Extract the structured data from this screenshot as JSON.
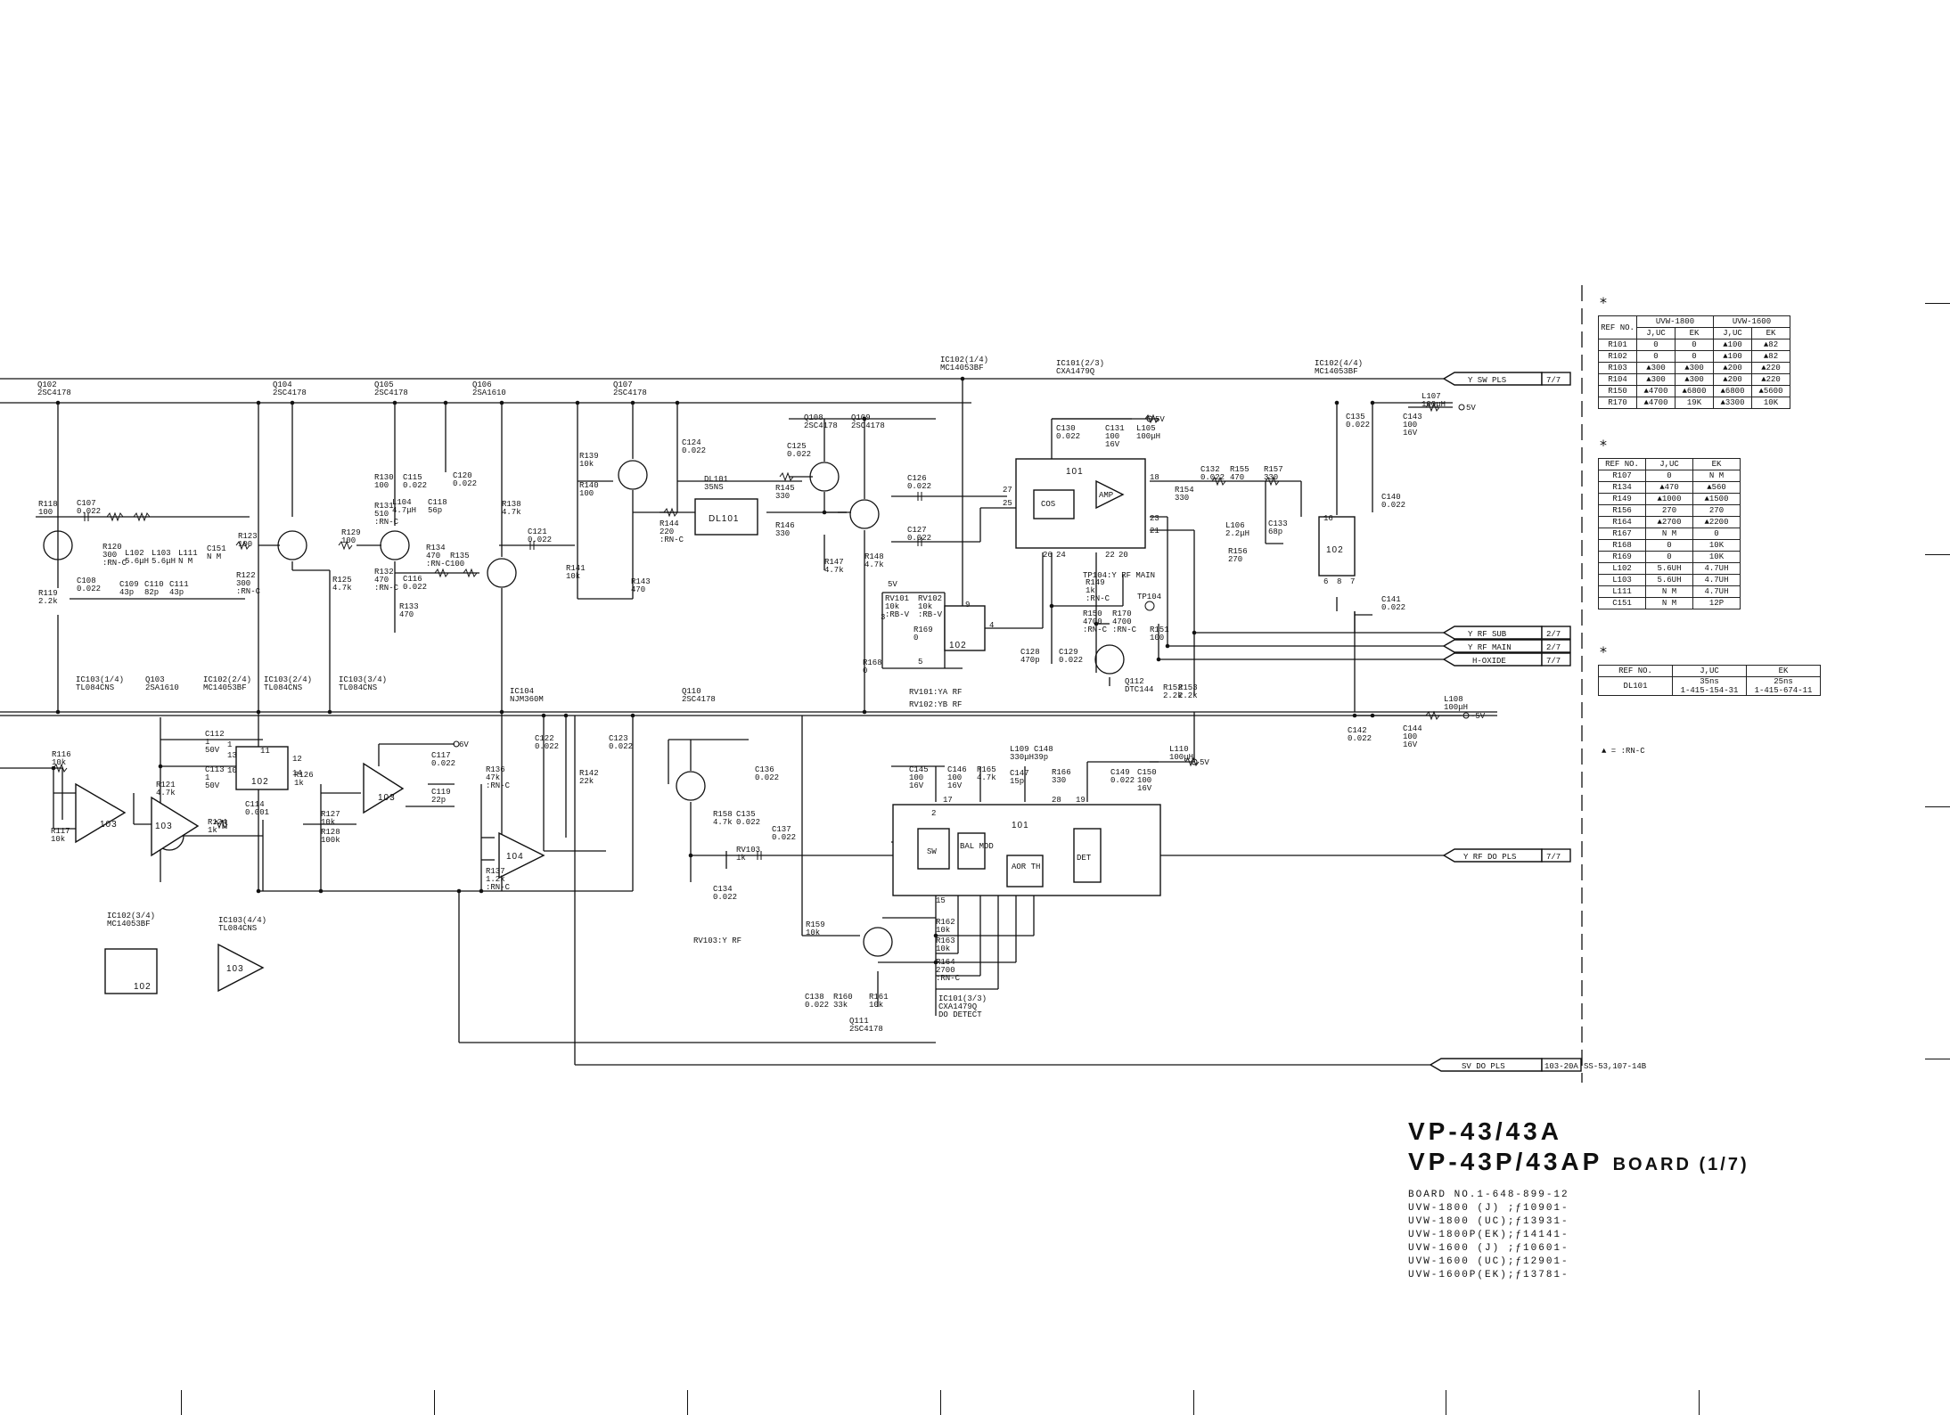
{
  "tables": [
    {
      "header_groups": [
        {
          "label": "REF NO.",
          "span": 1,
          "rowspan": 2
        },
        {
          "label": "UVW-1800",
          "span": 2
        },
        {
          "label": "UVW-1600",
          "span": 2
        }
      ],
      "subheaders": [
        "J,UC",
        "EK",
        "J,UC",
        "EK"
      ],
      "rows": [
        [
          "R101",
          "0",
          "0",
          "▲100",
          "▲82"
        ],
        [
          "R102",
          "0",
          "0",
          "▲100",
          "▲82"
        ],
        [
          "R103",
          "▲300",
          "▲300",
          "▲200",
          "▲220"
        ],
        [
          "R104",
          "▲300",
          "▲300",
          "▲200",
          "▲220"
        ],
        [
          "R150",
          "▲4700",
          "▲6800",
          "▲6800",
          "▲5600"
        ],
        [
          "R170",
          "▲4700",
          "19K",
          "▲3300",
          "10K"
        ]
      ]
    },
    {
      "header": [
        "REF NO.",
        "J,UC",
        "EK"
      ],
      "rows": [
        [
          "R107",
          "0",
          "N M"
        ],
        [
          "R134",
          "▲470",
          "▲560"
        ],
        [
          "R149",
          "▲1000",
          "▲1500"
        ],
        [
          "R156",
          "270",
          "270"
        ],
        [
          "R164",
          "▲2700",
          "▲2200"
        ],
        [
          "R167",
          "N M",
          "0"
        ],
        [
          "R168",
          "0",
          "10K"
        ],
        [
          "R169",
          "0",
          "10K"
        ],
        [
          "L102",
          "5.6UH",
          "4.7UH"
        ],
        [
          "L103",
          "5.6UH",
          "4.7UH"
        ],
        [
          "L111",
          "N M",
          "4.7UH"
        ],
        [
          "C151",
          "N M",
          "12P"
        ]
      ]
    },
    {
      "header": [
        "REF NO.",
        "J,UC",
        "EK"
      ],
      "rows": [
        [
          "DL101",
          "35ns|1-415-154-31",
          "25ns|1-415-674-11"
        ]
      ]
    }
  ],
  "star_symbol": "*",
  "legend": "▲ = :RN-C",
  "title": {
    "line1": "VP-43/43A",
    "line2": "VP-43P/43AP",
    "line2_suffix": "BOARD (1/7)",
    "lines": [
      "BOARD NO.1-648-899-12",
      "UVW-1800 (J) ;ƒ10901-",
      "UVW-1800 (UC);ƒ13931-",
      "UVW-1800P(EK);ƒ14141-",
      "UVW-1600 (J) ;ƒ10601-",
      "UVW-1600 (UC);ƒ12901-",
      "UVW-1600P(EK);ƒ13781-"
    ]
  },
  "connectors": [
    {
      "label": "Y SW PLS",
      "page": "7/7"
    },
    {
      "label": "Y RF SUB",
      "page": "2/7"
    },
    {
      "label": "Y RF MAIN",
      "page": "2/7"
    },
    {
      "label": "H-OXIDE",
      "page": "7/7"
    },
    {
      "label": "Y RF DO PLS",
      "page": "7/7"
    },
    {
      "label": "SV DO PLS",
      "page": "103-20A"
    }
  ],
  "xref_note": "SS-53,107-14B",
  "supplies": [
    "5V",
    "5V",
    "-5V",
    "5V",
    "6V",
    "5V",
    "-5V"
  ],
  "ic_labels": [
    "IC102(1/4)|MC14053BF",
    "IC101(2/3)|CXA1479Q",
    "IC102(4/4)|MC14053BF",
    "IC103(1/4)|TL084CNS",
    "IC102(2/4)|MC14053BF",
    "IC103(2/4)|TL084CNS",
    "IC103(3/4)|TL084CNS",
    "IC104|NJM360M",
    "IC102(3/4)|MC14053BF",
    "IC103(4/4)|TL084CNS",
    "IC101(3/3)|CXA1479Q|DO DETECT"
  ],
  "transistors": [
    "Q102|2SC4178",
    "Q104|2SC4178",
    "Q105|2SC4178",
    "Q106|2SA1610",
    "Q107|2SC4178",
    "Q108|2SC4178",
    "Q109|2SC4178",
    "Q103|2SA1610",
    "Q110|2SC4178",
    "Q111|2SC4178",
    "Q112|DTC144"
  ],
  "ic_blocks": [
    "101",
    "102",
    "103",
    "104",
    "DL101"
  ],
  "ic101_inner": [
    "COS",
    "AMP",
    "SW",
    "BAL MOD",
    "AOR TH",
    "DET"
  ],
  "test_points": [
    "TP104:Y RF MAIN",
    "TP104"
  ],
  "adjustments": [
    "RV101:YA RF",
    "RV102:YB RF",
    "RV103:Y RF"
  ],
  "components": [
    "R118|100",
    "C107|0.022",
    "R119|2.2k",
    "C108|0.022",
    "R120|300|:RN-C",
    "L102|5.6μH",
    "L103|5.6μH",
    "L111|N M",
    "C109|43p",
    "C110|82p",
    "C111|43p",
    "C151|N M",
    "R122|300|:RN-C",
    "R123|100",
    "R130|100",
    "C115|0.022",
    "C120|0.022",
    "R131|510|:RN-C",
    "L104|4.7μH",
    "C118|56p",
    "R129|100",
    "R134|470|:RN-C",
    "R135|100",
    "R132|470|:RN-C",
    "C116|0.022",
    "R133|470",
    "R125|4.7k",
    "R138|4.7k",
    "C121|0.022",
    "R139|10k",
    "R140|100",
    "R141|10k",
    "R143|470",
    "C124|0.022",
    "DL101|35NS",
    "R144|220|:RN-C",
    "R145|330",
    "R146|330",
    "C125|0.022",
    "C126|0.022",
    "C127|0.022",
    "R147|4.7k",
    "R148|4.7k",
    "C130|0.022",
    "C131|100|16V",
    "L105|100μH",
    "R154|330",
    "C132|0.022",
    "R155|470",
    "R157|330",
    "L106|2.2μH",
    "C133|68p",
    "R156|270",
    "C135|0.022",
    "C143|100|16V",
    "L107|100μH",
    "C140|0.022",
    "C141|0.022",
    "RV101|10k|:RB-V",
    "RV102|10k|:RB-V",
    "R168|0",
    "R169|0",
    "C128|470p",
    "C129|0.022",
    "R149|1k|:RN-C",
    "R150|4700|:RN-C",
    "R170|4700|:RN-C",
    "R151|100",
    "R152|2.2k",
    "R153|2.2k",
    "L108|100μH",
    "C142|0.022",
    "C144|100|16V",
    "R116|10k",
    "R117|10k",
    "C112|1|50V",
    "C113|1|50V",
    "R121|4.7k",
    "R126|1k",
    "C114|0.001",
    "R124|1k",
    "R127|10k",
    "R128|100k",
    "C117|0.022",
    "C119|22p",
    "R136|47k|:RN-C",
    "R137|1.2k|:RN-C",
    "C122|0.022",
    "C123|0.022",
    "R142|22k",
    "C136|0.022",
    "R158|4.7k",
    "C135|0.022",
    "RV103|1k",
    "C137|0.022",
    "C134|0.022",
    "C145|100|16V",
    "C146|100|16V",
    "R165|4.7k",
    "L109|330μH",
    "C148|39p",
    "C147|15p",
    "R166|330",
    "L110|100μH",
    "C149|0.022",
    "C150|100|16V",
    "R159|10k",
    "R162|10k",
    "R163|10k",
    "R164|2700|:RN-C",
    "C138|0.022",
    "R160|33k",
    "R161|10k"
  ],
  "pins": [
    "18",
    "27",
    "25",
    "23",
    "21",
    "26",
    "24",
    "20",
    "22",
    "16",
    "6",
    "8",
    "7",
    "9",
    "4",
    "3",
    "5",
    "11",
    "13",
    "12",
    "14",
    "10",
    "1",
    "2",
    "15",
    "17",
    "19",
    "28"
  ]
}
